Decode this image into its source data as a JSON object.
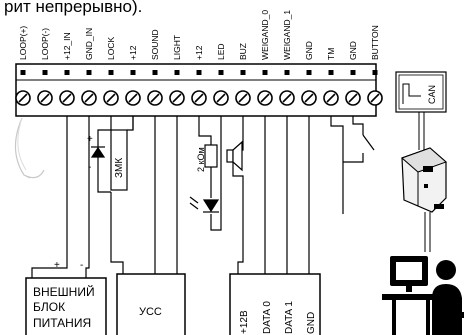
{
  "header_text": "рит непрерывно).",
  "terminals": [
    "LOOP(+)",
    "LOOP(-)",
    "+12_IN",
    "GND_IN",
    "LOCK",
    "+12",
    "SOUND",
    "LIGHT",
    "+12",
    "LED",
    "BUZ",
    "WEIGAND_0",
    "WEIGAND_1",
    "GND",
    "TM",
    "GND",
    "BUTTON"
  ],
  "components": {
    "lock_label": "ЗМК",
    "resistor_label": "2 кОм"
  },
  "boxes": {
    "power": {
      "lines": [
        "ВНЕШНИЙ",
        "БЛОК",
        "ПИТАНИЯ"
      ]
    },
    "ucc": {
      "label": "УСС"
    },
    "reader": {
      "pins": [
        "+12В",
        "DATA 0",
        "DATA 1",
        "GND"
      ]
    }
  },
  "polarity": {
    "plus": "+",
    "minus": "-"
  },
  "diode_marks": {
    "plus": "+",
    "minus": "-"
  },
  "can_label": "CAN",
  "icons": [
    "screw-terminal-icon",
    "diode-icon",
    "led-icon",
    "speaker-icon",
    "button-switch-icon",
    "can-module-icon",
    "usb-converter-icon",
    "computer-operator-icon"
  ]
}
